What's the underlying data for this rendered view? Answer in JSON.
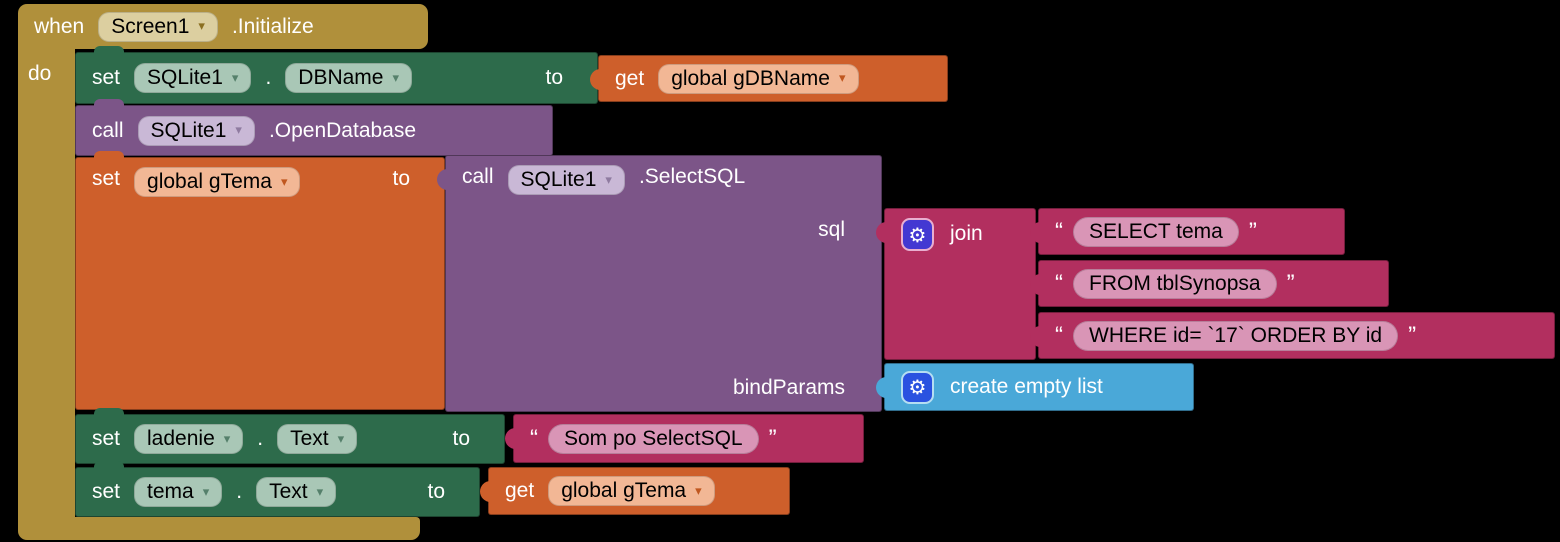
{
  "colors": {
    "background": "#000000",
    "event_gold": "#B0903B",
    "setter_green": "#2D6B4B",
    "method_purple": "#7C5588",
    "variable_orange": "#CE5F2B",
    "text_magenta": "#B22F5F",
    "list_blue": "#4AA8D8"
  },
  "when_block": {
    "keyword": "when",
    "component": "Screen1",
    "event": ".Initialize",
    "do_label": "do"
  },
  "set_dbname": {
    "set": "set",
    "component": "SQLite1",
    "dot": ".",
    "property": "DBName",
    "to": "to"
  },
  "get_gdbname": {
    "get": "get",
    "variable": "global gDBName"
  },
  "call_open": {
    "call": "call",
    "component": "SQLite1",
    "method": ".OpenDatabase"
  },
  "set_gtema": {
    "set": "set",
    "variable": "global gTema",
    "to": "to"
  },
  "call_select": {
    "call": "call",
    "component": "SQLite1",
    "method": ".SelectSQL",
    "param_sql": "sql",
    "param_bind": "bindParams"
  },
  "join_block": {
    "label": "join"
  },
  "sql_strings": [
    {
      "open": "“",
      "text": "SELECT tema",
      "close": "”"
    },
    {
      "open": "“",
      "text": "FROM tblSynopsa",
      "close": "”"
    },
    {
      "open": "“",
      "text": "WHERE id= `17` ORDER BY id",
      "close": "”"
    }
  ],
  "create_list": {
    "label": "create empty list"
  },
  "set_ladenie": {
    "set": "set",
    "component": "ladenie",
    "dot": ".",
    "property": "Text",
    "to": "to"
  },
  "ladenie_string": {
    "open": "“",
    "text": "Som po SelectSQL",
    "close": "”"
  },
  "set_tema": {
    "set": "set",
    "component": "tema",
    "dot": ".",
    "property": "Text",
    "to": "to"
  },
  "get_gtema": {
    "get": "get",
    "variable": "global gTema"
  },
  "dropdown_icon": "▾",
  "gear_icon": "⚙"
}
